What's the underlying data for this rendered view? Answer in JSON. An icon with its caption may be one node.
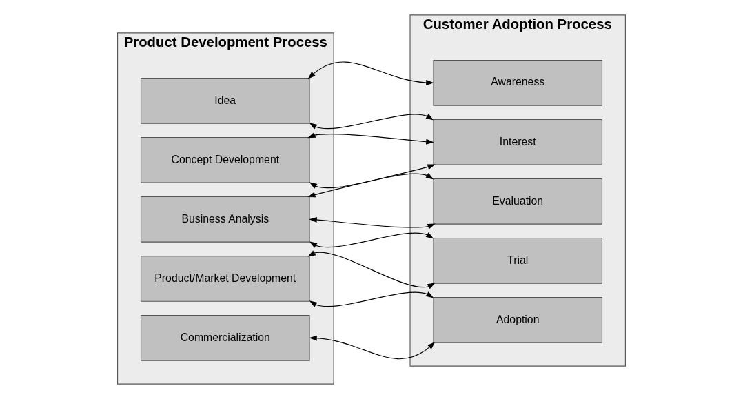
{
  "diagram": {
    "nodes": [
      {
        "text": [
          "Product Development Process"
        ]
      },
      {
        "text": [
          "Idea"
        ],
        "in": 0
      },
      {
        "text": [
          "Concept Development"
        ],
        "in": 0
      },
      {
        "text": [
          "Business Analysis"
        ],
        "in": 0
      },
      {
        "text": [
          "Product/Market Development"
        ],
        "in": 0
      },
      {
        "text": [
          "Commercialization"
        ],
        "in": 0
      },
      {
        "text": [
          "Customer Adoption Process"
        ]
      },
      {
        "text": [
          "Awareness"
        ],
        "in": 6
      },
      {
        "text": [
          "Interest"
        ],
        "in": 6
      },
      {
        "text": [
          "Evaluation"
        ],
        "in": 6
      },
      {
        "text": [
          "Trial"
        ],
        "in": 6
      },
      {
        "text": [
          "Adoption"
        ],
        "in": 6
      }
    ],
    "edges": [
      {
        "from": 1,
        "to": 7,
        "arrow": "both"
      },
      {
        "from": 1,
        "to": 8,
        "arrow": "both"
      },
      {
        "from": 2,
        "to": 8,
        "arrow": "both"
      },
      {
        "from": 2,
        "to": 9,
        "arrow": "both"
      },
      {
        "from": 3,
        "to": 8,
        "arrow": "both"
      },
      {
        "from": 3,
        "to": 9,
        "arrow": "both"
      },
      {
        "from": 3,
        "to": 10,
        "arrow": "both"
      },
      {
        "from": 4,
        "to": 10,
        "arrow": "both"
      },
      {
        "from": 4,
        "to": 11,
        "arrow": "both"
      },
      {
        "from": 5,
        "to": 11,
        "arrow": "both"
      }
    ]
  }
}
